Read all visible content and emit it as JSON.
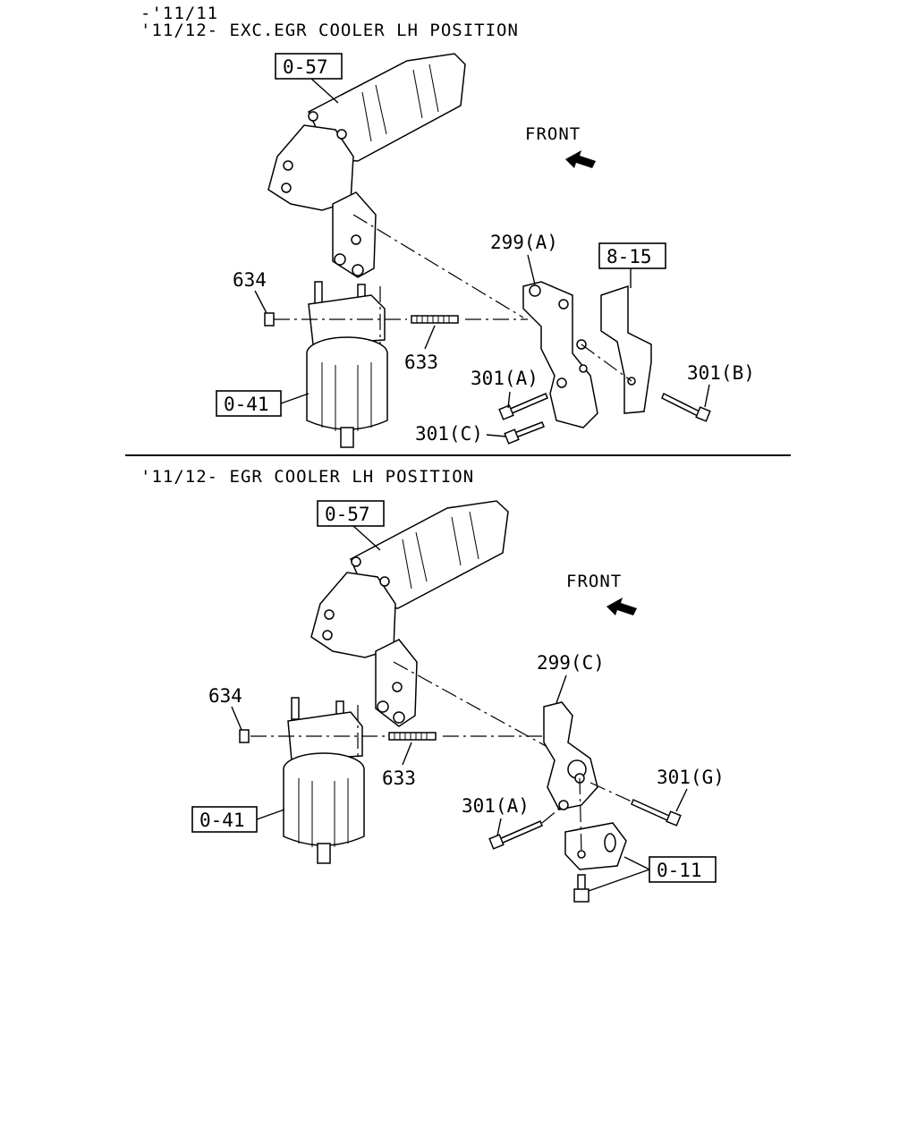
{
  "sections": [
    {
      "header_line1": "-'11/11",
      "header_line2": "'11/12- EXC.EGR COOLER LH POSITION",
      "front_label": "FRONT",
      "callouts": {
        "ref_egr": "0-57",
        "ref_filter": "0-41",
        "ref_bracket": "8-15",
        "bracket": "299(A)",
        "nut": "634",
        "stud": "633",
        "bolt_a": "301(A)",
        "bolt_b": "301(B)",
        "bolt_c": "301(C)"
      }
    },
    {
      "header_line1": "'11/12- EGR COOLER LH POSITION",
      "front_label": "FRONT",
      "callouts": {
        "ref_egr": "0-57",
        "ref_filter": "0-41",
        "ref_plate": "0-11",
        "bracket": "299(C)",
        "nut": "634",
        "stud": "633",
        "bolt_a": "301(A)",
        "bolt_g": "301(G)"
      }
    }
  ]
}
